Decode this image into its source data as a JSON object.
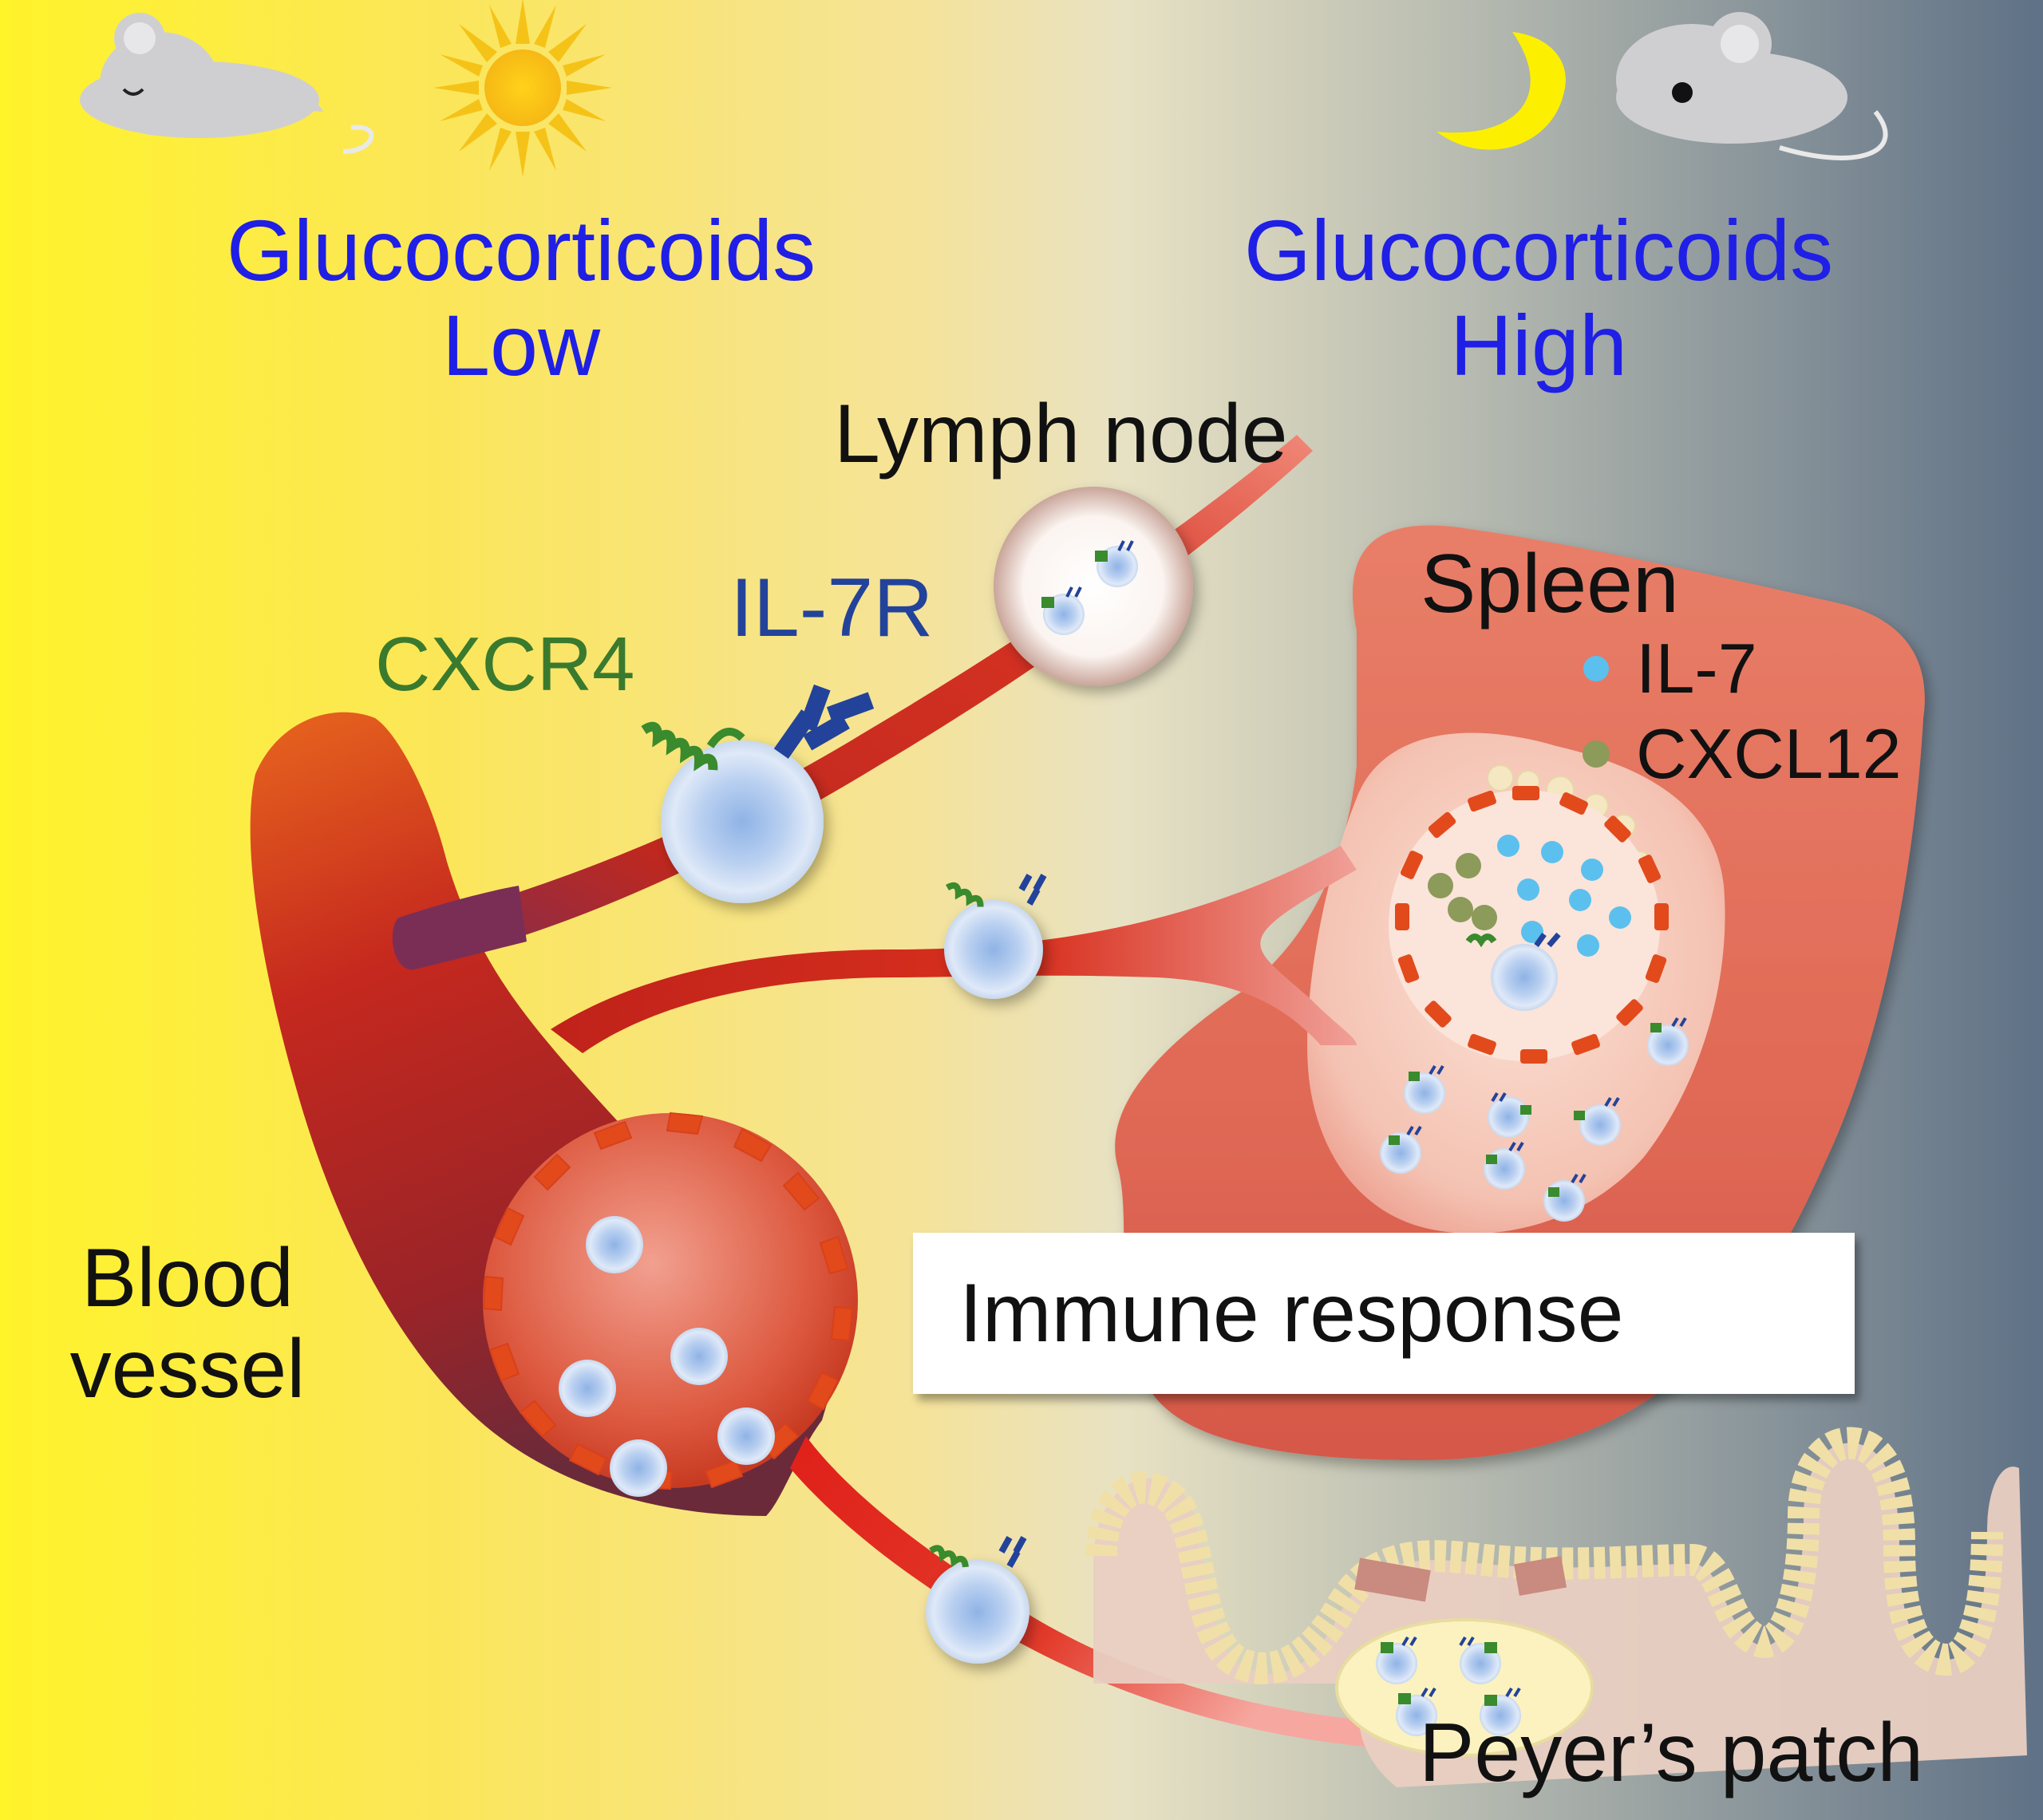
{
  "labels": {
    "day_header": {
      "line1": "Glucocorticoids",
      "line2": "Low"
    },
    "night_header": {
      "line1": "Glucocorticoids",
      "line2": "High"
    },
    "lymph_node": "Lymph node",
    "il7r": "IL-7R",
    "cxcr4": "CXCR4",
    "spleen": "Spleen",
    "blood_vessel": {
      "line1": "Blood",
      "line2": "vessel"
    },
    "peyers_patch": "Peyer’s patch",
    "immune_response": "Immune response"
  },
  "legend": [
    {
      "label": "IL-7",
      "color": "#5bc0ee"
    },
    {
      "label": "CXCL12",
      "color": "#8c9a5a"
    }
  ],
  "icons": {
    "sleeping_mouse": "mouse-icon",
    "sun": "sun-icon",
    "moon": "moon-icon",
    "awake_mouse": "mouse-icon",
    "up_arrow": "up-arrow-icon"
  },
  "colors": {
    "background_day": "#fff32a",
    "background_mid": "#f6e08a",
    "background_night": "#627387",
    "header_text": "#1f1fe6",
    "cxcr4": "#3a7a2e",
    "il7r": "#23439a",
    "vessel": "#c8281e",
    "arrow": "#e8261a"
  }
}
